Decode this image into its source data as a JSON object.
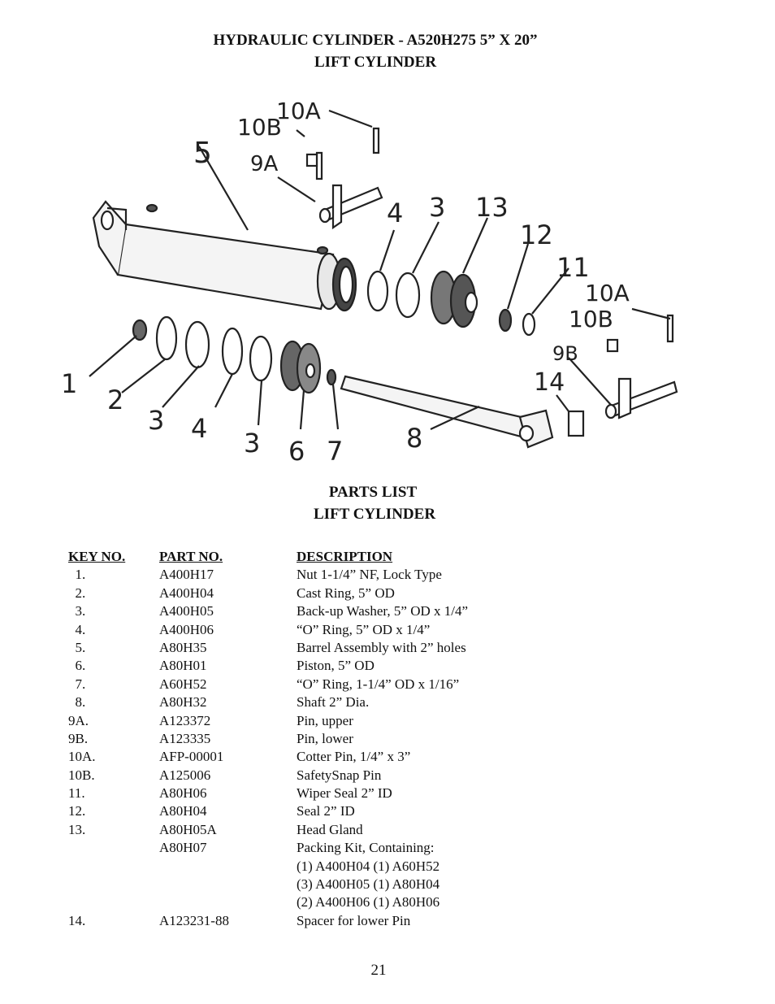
{
  "header": {
    "title_line1": "HYDRAULIC CYLINDER - A520H275   5” X 20”",
    "title_line2": "LIFT CYLINDER"
  },
  "diagram": {
    "callouts": [
      "1",
      "2",
      "3",
      "4",
      "3",
      "6",
      "7",
      "8",
      "5",
      "10B",
      "10A",
      "9A",
      "4",
      "3",
      "13",
      "12",
      "11",
      "10A",
      "10B",
      "9B",
      "14"
    ]
  },
  "parts_list": {
    "title_line1": "PARTS LIST",
    "title_line2": "LIFT CYLINDER",
    "columns": [
      "KEY NO.",
      "PART NO.",
      "DESCRIPTION"
    ],
    "rows": [
      {
        "key": "  1.",
        "part": "A400H17",
        "desc": "Nut 1-1/4” NF,  Lock Type"
      },
      {
        "key": "  2.",
        "part": "A400H04",
        "desc": "Cast Ring,  5” OD"
      },
      {
        "key": "  3.",
        "part": "A400H05",
        "desc": "Back-up Washer,  5” OD x 1/4”"
      },
      {
        "key": "  4.",
        "part": "A400H06",
        "desc": "“O” Ring,  5” OD x 1/4”"
      },
      {
        "key": "  5.",
        "part": "A80H35",
        "desc": "Barrel Assembly with 2” holes"
      },
      {
        "key": "  6.",
        "part": "A80H01",
        "desc": "Piston,  5” OD"
      },
      {
        "key": "  7.",
        "part": "A60H52",
        "desc": "“O” Ring,  1-1/4” OD x 1/16”"
      },
      {
        "key": "  8.",
        "part": "A80H32",
        "desc": "Shaft  2” Dia."
      },
      {
        "key": "9A.",
        "part": "A123372",
        "desc": "Pin, upper"
      },
      {
        "key": "9B.",
        "part": "A123335",
        "desc": "Pin, lower"
      },
      {
        "key": "10A.",
        "part": "AFP-00001",
        "desc": "Cotter Pin, 1/4” x 3”"
      },
      {
        "key": "10B.",
        "part": "A125006",
        "desc": "SafetySnap  Pin"
      },
      {
        "key": "11.",
        "part": "A80H06",
        "desc": "Wiper Seal 2” ID"
      },
      {
        "key": "12.",
        "part": "A80H04",
        "desc": "Seal  2” ID"
      },
      {
        "key": "13.",
        "part": "A80H05A",
        "desc": "Head Gland"
      },
      {
        "key": "",
        "part": "A80H07",
        "desc": "Packing Kit,  Containing:"
      },
      {
        "key": "",
        "part": "",
        "desc": "(1)   A400H04 (1)   A60H52"
      },
      {
        "key": "",
        "part": "",
        "desc": "(3)   A400H05 (1)   A80H04"
      },
      {
        "key": "",
        "part": "",
        "desc": "(2)   A400H06 (1)   A80H06"
      },
      {
        "key": "14.",
        "part": "A123231-88",
        "desc": "Spacer for lower Pin"
      }
    ]
  },
  "footer": {
    "page_number": "21"
  }
}
